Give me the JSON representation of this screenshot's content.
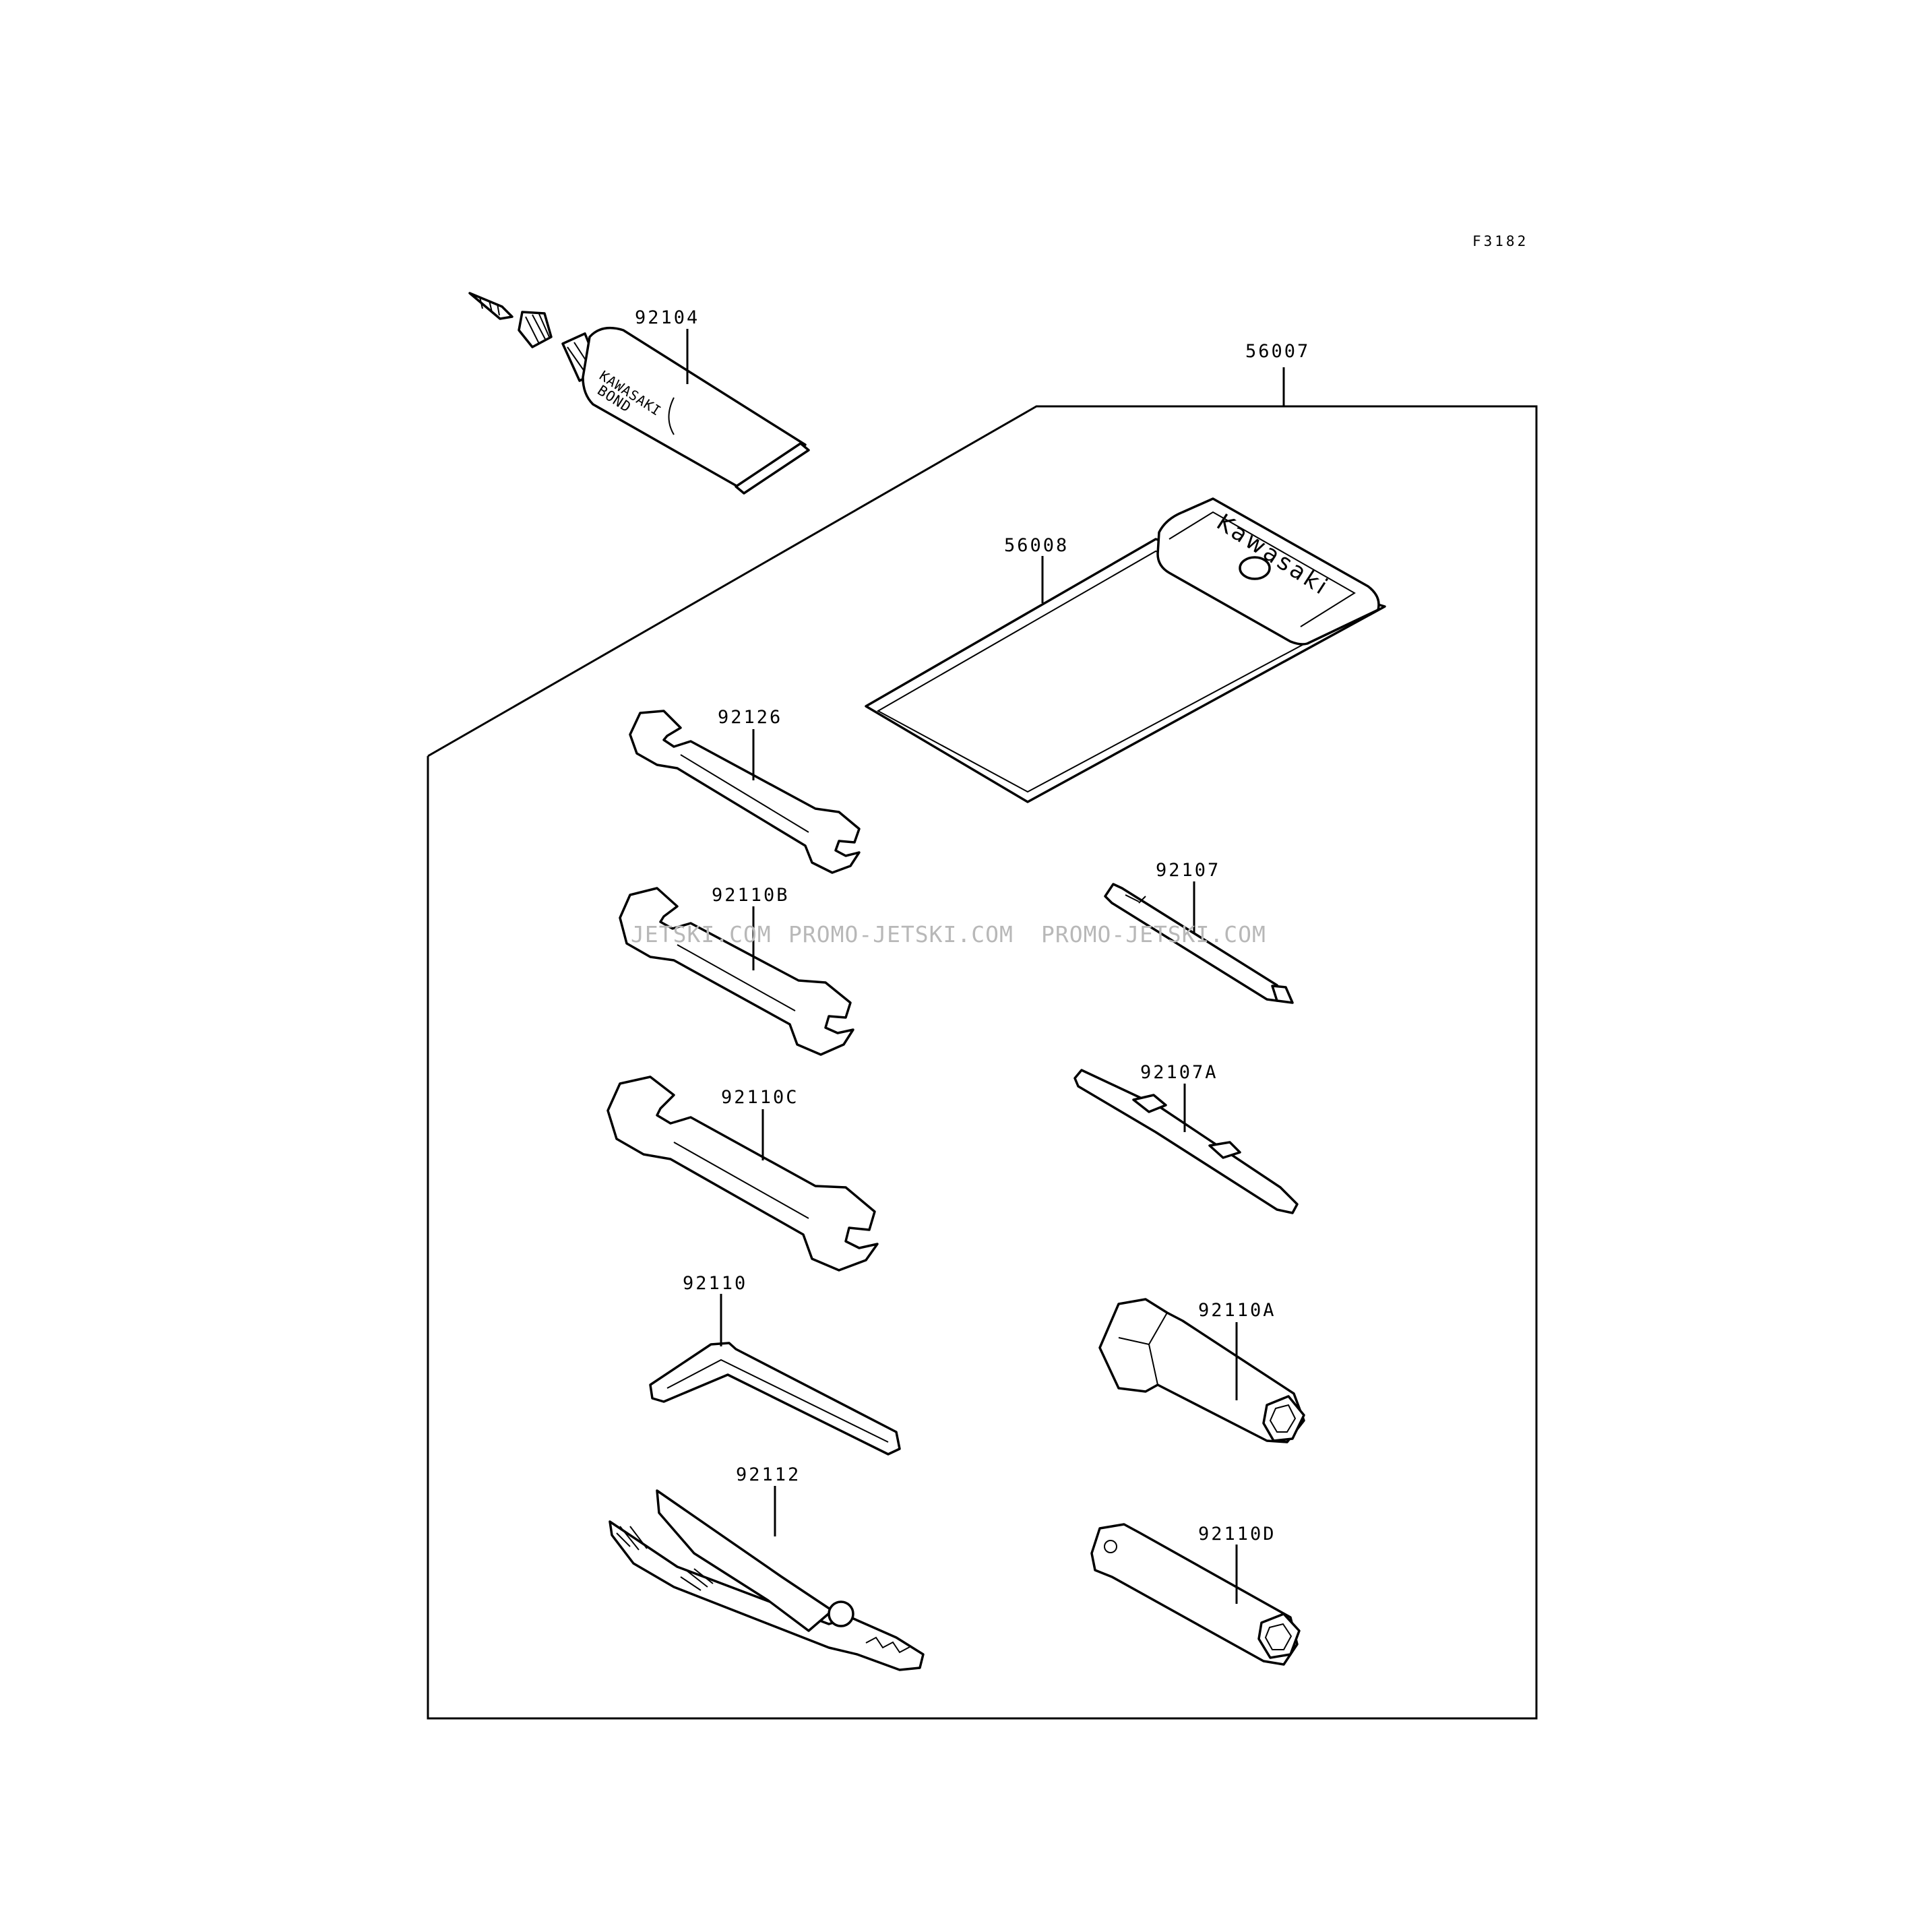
{
  "diagram": {
    "reference": "F3182",
    "parts": [
      {
        "key": "kit",
        "number": "56007"
      },
      {
        "key": "pouch",
        "number": "56008"
      },
      {
        "key": "bond",
        "number": "92104"
      },
      {
        "key": "wrench_small",
        "number": "92126"
      },
      {
        "key": "wrench_medium",
        "number": "92110B"
      },
      {
        "key": "wrench_large",
        "number": "92110C"
      },
      {
        "key": "hex_key",
        "number": "92110"
      },
      {
        "key": "pliers",
        "number": "92112"
      },
      {
        "key": "screwdriver_phillips",
        "number": "92107"
      },
      {
        "key": "screwdriver_reversible",
        "number": "92107A"
      },
      {
        "key": "plug_wrench",
        "number": "92110A"
      },
      {
        "key": "box_wrench",
        "number": "92110D"
      }
    ],
    "product_text": {
      "pouch_brand": "Kawasaki",
      "tube_brand": "KAWASAKI",
      "tube_product": "BOND"
    },
    "watermarks": [
      "JETSKI.COM",
      "PROMO-JETSKI.COM",
      "PROMO-JETSKI.COM"
    ]
  }
}
